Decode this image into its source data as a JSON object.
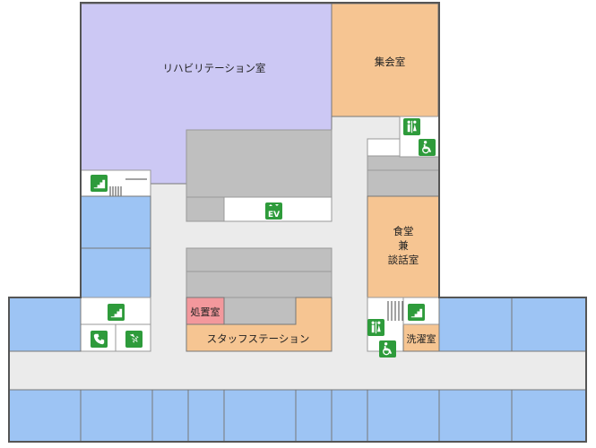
{
  "floorplan": {
    "colors": {
      "rehab": "#ccc8f4",
      "ward_room": "#9dc4f4",
      "assembly": "#f6c592",
      "station": "#f6c592",
      "treatment": "#f3989c",
      "corridor": "#ebebeb",
      "service_core": "#bfbfbf",
      "wall": "#555555",
      "icon_green": "#2e9b3b"
    },
    "rooms": {
      "rehab": "リハビリテーション室",
      "assembly": "集会室",
      "dining": [
        "食堂",
        "兼",
        "談話室"
      ],
      "treatment": "処置室",
      "staff_station": "スタッフステーション",
      "laundry": "洗濯室"
    },
    "icons": {
      "elevator_text": "EV",
      "restroom": "restroom-icon",
      "wheelchair": "wheelchair-icon",
      "stairs": "stairs-icon",
      "phone": "phone-icon",
      "shower": "shower-icon"
    }
  }
}
